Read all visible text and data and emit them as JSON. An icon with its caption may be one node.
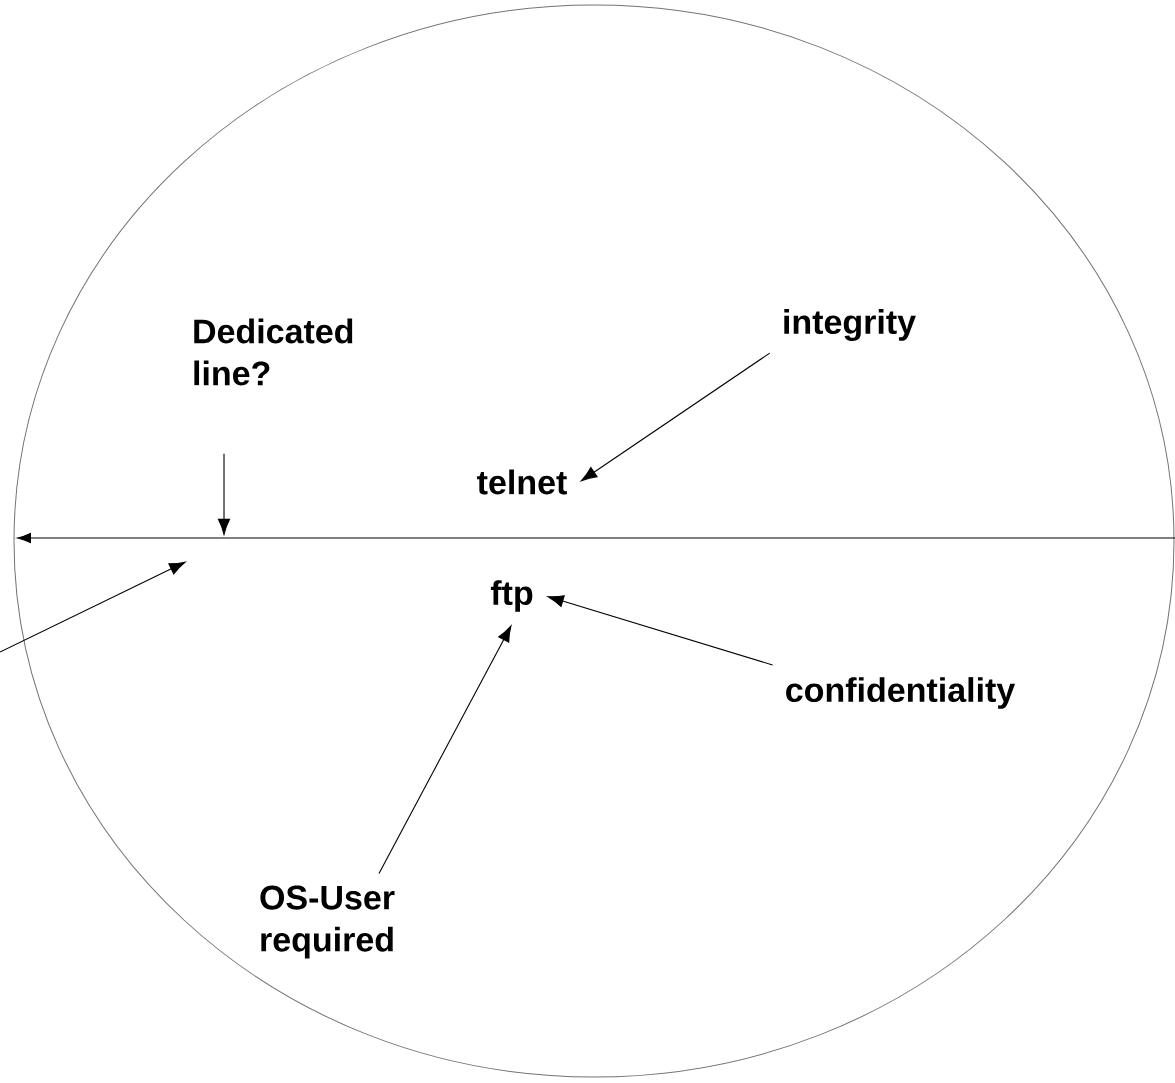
{
  "diagram": {
    "nodes": [
      {
        "text": [],
        "shape": "ellipse"
      },
      {
        "text": [
          "Dedicated line?"
        ],
        "in": 0
      },
      {
        "text": [
          "integrity"
        ],
        "in": 0
      },
      {
        "text": [
          "telnet"
        ],
        "in": 0
      },
      {
        "text": [],
        "shape": "line",
        "in": 0
      },
      {
        "text": [
          "ftp"
        ],
        "in": 0
      },
      {
        "text": [
          "confidentiality"
        ],
        "in": 0
      },
      {
        "text": [
          "OS-User required"
        ],
        "in": 0
      }
    ],
    "edges": [
      {
        "from": 1,
        "to": 4,
        "arrow": "to"
      },
      {
        "from": null,
        "to": 4,
        "arrow": "to"
      },
      {
        "from": 2,
        "to": 3,
        "arrow": "to"
      },
      {
        "from": 6,
        "to": 5,
        "arrow": "to"
      },
      {
        "from": 7,
        "to": 5,
        "arrow": "to"
      }
    ]
  }
}
